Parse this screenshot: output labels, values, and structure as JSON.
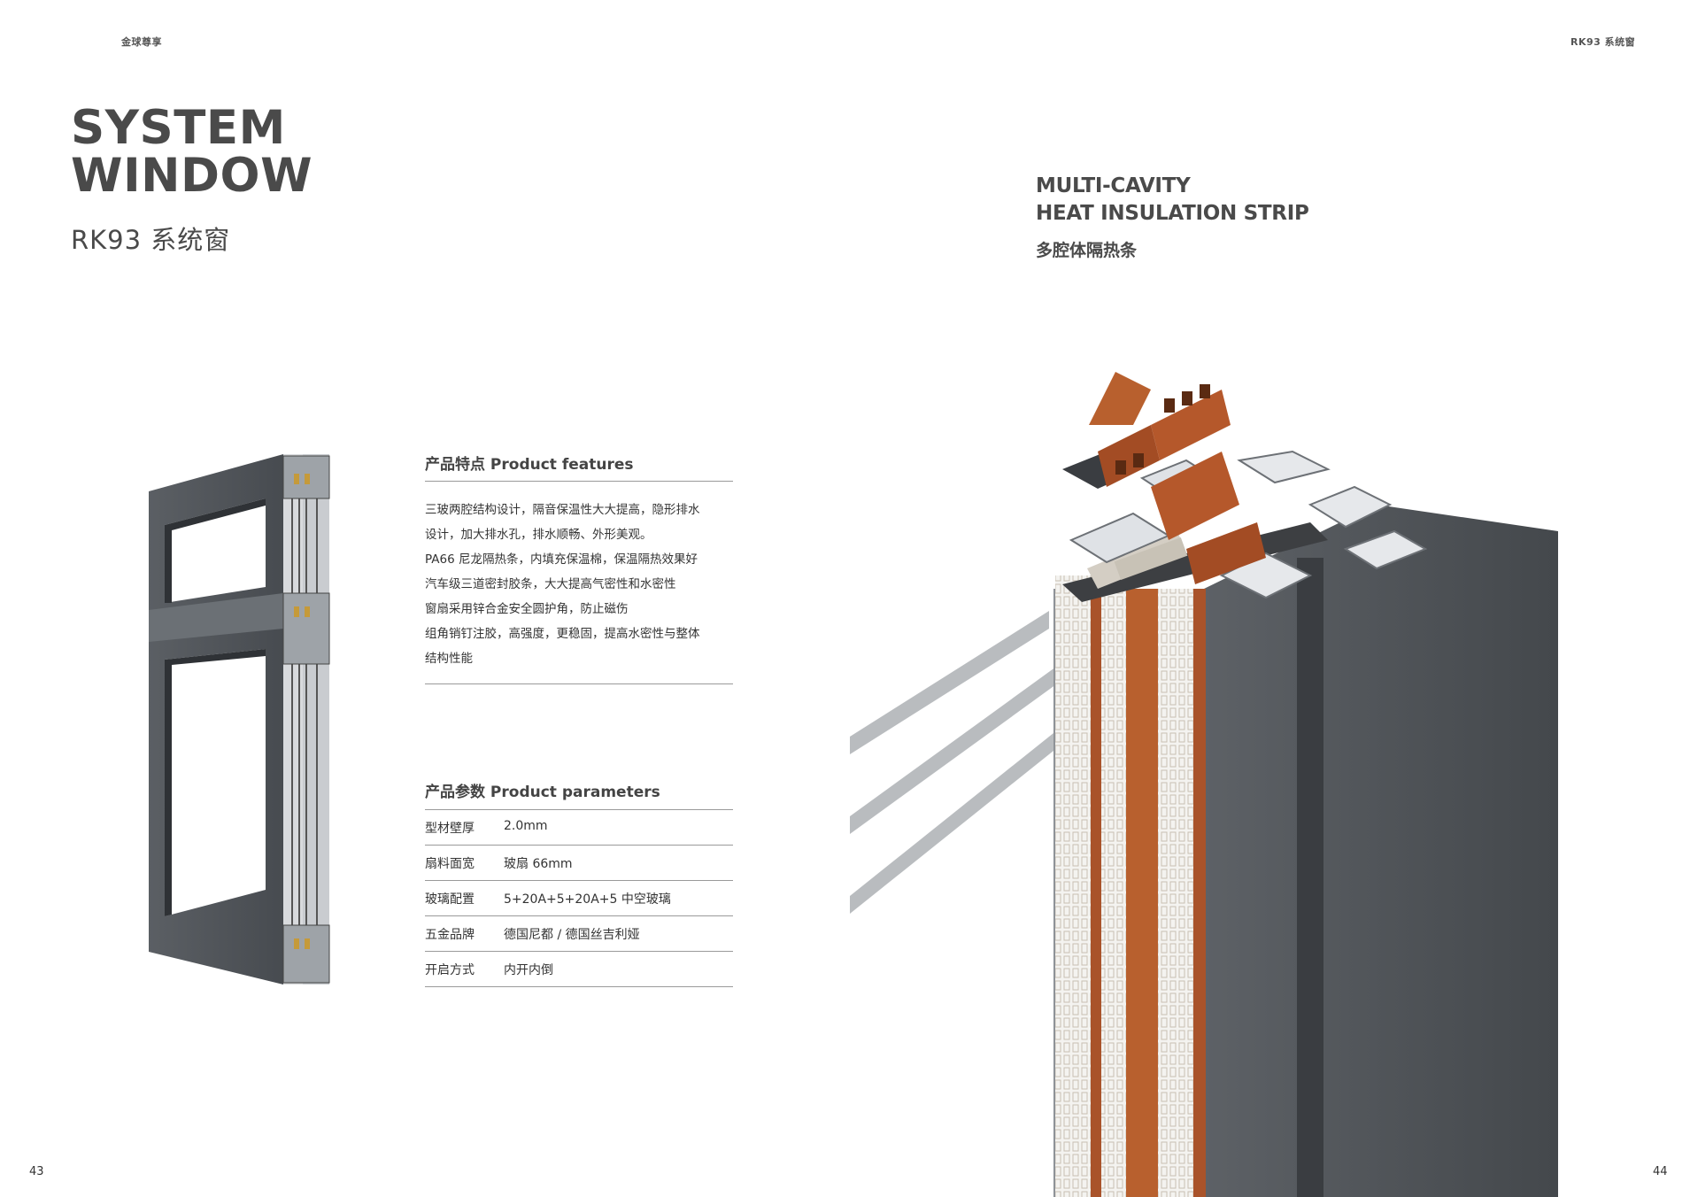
{
  "header": {
    "left_text": "金球尊享",
    "right_text": "RK93 系统窗"
  },
  "left_page": {
    "title_line1": "SYSTEM",
    "title_line2": "WINDOW",
    "subtitle": "RK93 系统窗",
    "features": {
      "heading": "产品特点 Product features",
      "lines": [
        "三玻两腔结构设计，隔音保温性大大提高，隐形排水",
        "设计，加大排水孔，排水顺畅、外形美观。",
        "PA66 尼龙隔热条，内填充保温棉，保温隔热效果好",
        "汽车级三道密封胶条，大大提高气密性和水密性",
        "窗扇采用锌合金安全圆护角，防止磁伤",
        "组角销钉注胶，高强度，更稳固，提高水密性与整体",
        "结构性能"
      ]
    },
    "parameters": {
      "heading": "产品参数 Product parameters",
      "rows": [
        {
          "label": "型材壁厚",
          "value": "2.0mm"
        },
        {
          "label": "扇料面宽",
          "value": "玻扇 66mm"
        },
        {
          "label": "玻璃配置",
          "value": "5+20A+5+20A+5 中空玻璃"
        },
        {
          "label": "五金品牌",
          "value": "德国尼都 / 德国丝吉利娅"
        },
        {
          "label": "开启方式",
          "value": "内开内倒"
        }
      ]
    },
    "page_number": "43"
  },
  "right_page": {
    "title_line1": "MULTI-CAVITY",
    "title_line2": "HEAT INSULATION STRIP",
    "subtitle": "多腔体隔热条",
    "page_number": "44"
  },
  "colors": {
    "frame_gray": "#4e5257",
    "frame_dark": "#3a3d41",
    "thermal_brown": "#b0542a",
    "aluminum_light": "#dcdfe2"
  }
}
